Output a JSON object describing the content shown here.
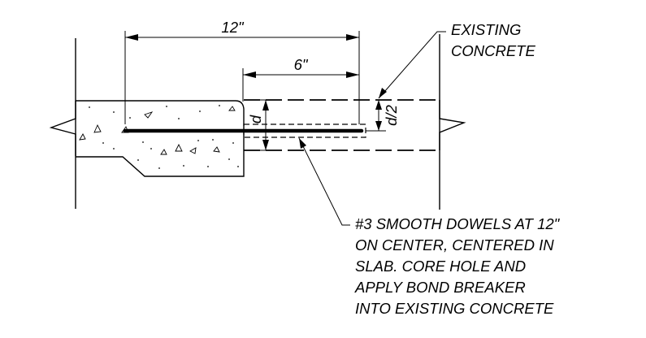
{
  "dimensions": {
    "overall": "12\"",
    "embed": "6\"",
    "thickness": "d",
    "half_thickness": "d/2"
  },
  "notes": {
    "existing_concrete": [
      "EXISTING",
      "CONCRETE"
    ],
    "dowel": [
      "#3 SMOOTH DOWELS AT 12\"",
      "ON CENTER, CENTERED IN",
      "SLAB. CORE HOLE AND",
      "APPLY BOND BREAKER",
      "INTO EXISTING CONCRETE"
    ]
  },
  "colors": {
    "line": "#000000",
    "background": "#ffffff"
  }
}
